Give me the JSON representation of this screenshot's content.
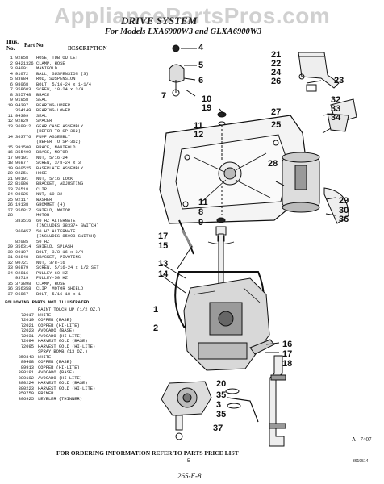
{
  "watermark": "AppliancePartsPros.com",
  "title": "DRIVE SYSTEM",
  "subtitle": "For Models LXA6900W3 and GLXA6900W3",
  "headers": {
    "illus_no": "Illus. No.",
    "part_no": "Part No.",
    "description": "DESCRIPTION"
  },
  "parts": [
    {
      "no": "1",
      "pn": "92858",
      "desc": "HOSE, TUB OUTLET"
    },
    {
      "no": "2",
      "pn": "9421326",
      "desc": "CLAMP, HOSE"
    },
    {
      "no": "3",
      "pn": "84091",
      "desc": "MANIFOLD"
    },
    {
      "no": "4",
      "pn": "91072",
      "desc": "BALL, SUSPENSION (3)"
    },
    {
      "no": "5",
      "pn": "83984",
      "desc": "ROD, SUSPENSION"
    },
    {
      "no": "6",
      "pn": "98068",
      "desc": "BOLT, 5/16-24 x 1-1/4"
    },
    {
      "no": "7",
      "pn": "358603",
      "desc": "SCREW, 10-24 x 3/4"
    },
    {
      "no": "8",
      "pn": "355748",
      "desc": "BRACE"
    },
    {
      "no": "9",
      "pn": "91958",
      "desc": "SEAL"
    },
    {
      "no": "10",
      "pn": "94307",
      "desc": "BEARING-UPPER"
    },
    {
      "no": "",
      "pn": "354149",
      "desc": "BEARING-LOWER"
    },
    {
      "no": "11",
      "pn": "94309",
      "desc": "SEAL"
    },
    {
      "no": "12",
      "pn": "92829",
      "desc": "SPACER"
    },
    {
      "no": "13",
      "pn": "369012",
      "desc": "GEAR CASE ASSEMBLY"
    },
    {
      "no": "",
      "pn": "",
      "desc": "(REFER TO SP-362)"
    },
    {
      "no": "14",
      "pn": "363776",
      "desc": "PUMP ASSEMBLY"
    },
    {
      "no": "",
      "pn": "",
      "desc": "(REFER TO SP-362)"
    },
    {
      "no": "15",
      "pn": "391500",
      "desc": "BRACE, MANIFOLD"
    },
    {
      "no": "16",
      "pn": "355499",
      "desc": "BRACE, MOTOR"
    },
    {
      "no": "17",
      "pn": "90101",
      "desc": "NUT, 5/16-24"
    },
    {
      "no": "18",
      "pn": "96877",
      "desc": "SCREW, 3/8-24 x 3"
    },
    {
      "no": "19",
      "pn": "960525",
      "desc": "BASEPLATE ASSEMBLY"
    },
    {
      "no": "20",
      "pn": "92251",
      "desc": "HOSE"
    },
    {
      "no": "21",
      "pn": "90101",
      "desc": "NUT, 5/16 LOCK"
    },
    {
      "no": "22",
      "pn": "81086",
      "desc": "BRACKET, ADJUSTING"
    },
    {
      "no": "23",
      "pn": "76518",
      "desc": "CLIP"
    },
    {
      "no": "24",
      "pn": "98025",
      "desc": "NUT, 10-32"
    },
    {
      "no": "25",
      "pn": "92117",
      "desc": "WASHER"
    },
    {
      "no": "26",
      "pn": "19138",
      "desc": "GROMMET (4)"
    },
    {
      "no": "27",
      "pn": "356817",
      "desc": "SHIELD, MOTOR"
    },
    {
      "no": "28",
      "pn": "",
      "desc": "MOTOR"
    },
    {
      "no": "",
      "pn": "383516",
      "desc": "60 HZ  ALTERNATE"
    },
    {
      "no": "",
      "pn": "",
      "desc": "(INCLUDES 383374 SWITCH)"
    },
    {
      "no": "",
      "pn": "360457",
      "desc": "50 HZ  ALTERNATE"
    },
    {
      "no": "",
      "pn": "",
      "desc": "(INCLUDES 85993 SWITCH)"
    },
    {
      "no": "",
      "pn": "82085",
      "desc": "50 HZ"
    },
    {
      "no": "29",
      "pn": "356314",
      "desc": "SHIELD, SPLASH"
    },
    {
      "no": "30",
      "pn": "90107",
      "desc": "BOLT, 3/8-16 x 3/4"
    },
    {
      "no": "31",
      "pn": "93848",
      "desc": "BRACKET, PIVOTING"
    },
    {
      "no": "32",
      "pn": "90721",
      "desc": "NUT, 3/8-16"
    },
    {
      "no": "33",
      "pn": "96879",
      "desc": "SCREW, 5/16-24 x 1/2 SET"
    },
    {
      "no": "34",
      "pn": "92816",
      "desc": "PULLEY-60 HZ"
    },
    {
      "no": "",
      "pn": "93719",
      "desc": "PULLEY-50 HZ"
    },
    {
      "no": "35",
      "pn": "373898",
      "desc": "CLAMP, HOSE"
    },
    {
      "no": "36",
      "pn": "356358",
      "desc": "CLIP, MOTOR SHIELD"
    },
    {
      "no": "37",
      "pn": "96867",
      "desc": "BOLT, 5/16-18 x 1"
    }
  ],
  "following_note": "FOLLOWING PARTS NOT ILLUSTRATED",
  "paint_parts": [
    {
      "pn": "",
      "desc": "PAINT TOUCH UP (1/2 OZ.)"
    },
    {
      "pn": "72017",
      "desc": "WHITE"
    },
    {
      "pn": "72019",
      "desc": "COPPER (BASE)"
    },
    {
      "pn": "72021",
      "desc": "COPPER (HI-LITE)"
    },
    {
      "pn": "72023",
      "desc": "AVOCADO (BASE)"
    },
    {
      "pn": "72031",
      "desc": "AVOCADO (HI-LITE)"
    },
    {
      "pn": "72094",
      "desc": "HARVEST GOLD (BASE)"
    },
    {
      "pn": "72095",
      "desc": "HARVEST GOLD (HI-LITE)"
    },
    {
      "pn": "",
      "desc": "SPRAY BOMB (13 OZ.)"
    },
    {
      "pn": "359343",
      "desc": "WHITE"
    },
    {
      "pn": "89408",
      "desc": "COPPER (BASE)"
    },
    {
      "pn": "89913",
      "desc": "COPPER (HI-LITE)"
    },
    {
      "pn": "380191",
      "desc": "AVOCADO (BASE)"
    },
    {
      "pn": "380192",
      "desc": "AVOCADO (HI-LITE)"
    },
    {
      "pn": "380224",
      "desc": "HARVEST GOLD (BASE)"
    },
    {
      "pn": "380223",
      "desc": "HARVEST GOLD (HI-LITE)"
    },
    {
      "pn": "350750",
      "desc": "PRIMER"
    },
    {
      "pn": "306925",
      "desc": "LEVELER (THINNER)"
    }
  ],
  "callouts": {
    "c4": "4",
    "c5": "5",
    "c6": "6",
    "c21": "21",
    "c22": "22",
    "c24": "24",
    "c26": "26",
    "c23": "23",
    "c7": "7",
    "c10": "10",
    "c19": "19",
    "c11a": "11",
    "c12": "12",
    "c32": "32",
    "c33": "33",
    "c34": "34",
    "c27": "27",
    "c25": "25",
    "c28": "28",
    "c11b": "11",
    "c8": "8",
    "c9": "9",
    "c29": "29",
    "c30": "30",
    "c36": "36",
    "c17a": "17",
    "c15": "15",
    "c13": "13",
    "c14": "14",
    "c1": "1",
    "c2": "2",
    "c16": "16",
    "c17b": "17",
    "c18": "18",
    "c20": "20",
    "c35a": "35",
    "c3": "3",
    "c35b": "35",
    "c37": "37"
  },
  "footer": "FOR ORDERING INFORMATION REFER TO PARTS PRICE LIST",
  "ref_code": "A - 7407",
  "page_number": "5",
  "doc_code": "3619514",
  "handwritten": "265-F-8"
}
